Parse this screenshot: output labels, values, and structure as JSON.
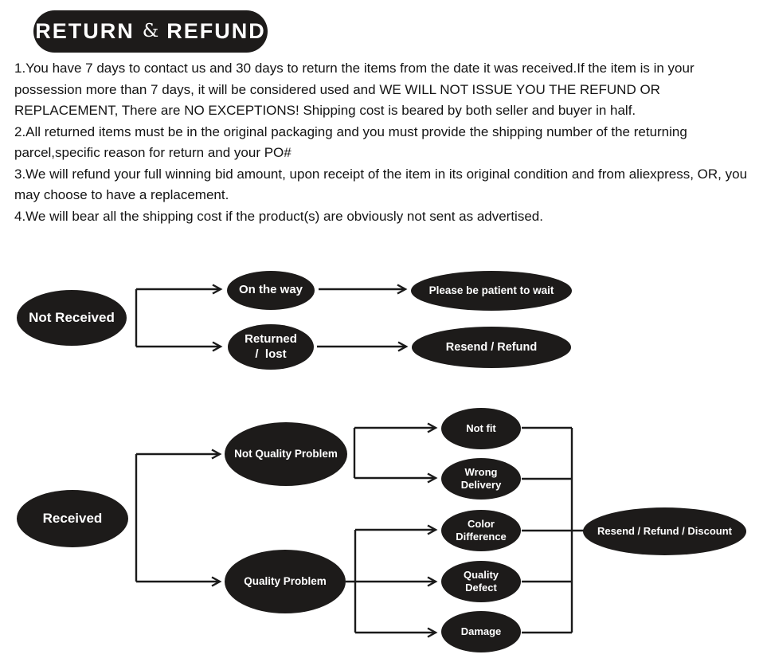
{
  "header": {
    "title_left": "RETURN",
    "title_amp": "&",
    "title_right": "REFUND"
  },
  "policy": {
    "items": [
      "1.You have 7 days to contact us and 30 days to return the items from the date it was received.If the item is in your possession more than 7 days, it will be considered used and WE WILL NOT ISSUE YOU THE REFUND OR REPLACEMENT, There are NO EXCEPTIONS! Shipping cost is beared by both seller and buyer in half.",
      "2.All returned items must be in the original packaging and you must provide the shipping number of the returning parcel,specific reason for return and your PO#",
      "3.We will refund your full winning bid amount, upon receipt of the item in its original condition and from aliexpress, OR, you may choose to have a replacement.",
      "4.We will bear all the shipping cost if the product(s) are obviously not sent as advertised."
    ]
  },
  "flow_not_received": {
    "source": "Not Received",
    "on_the_way": "On the way",
    "returned_lost": "Returned\n/  lost",
    "please_wait": "Please be patient to wait",
    "resend_refund": "Resend / Refund"
  },
  "flow_received": {
    "source": "Received",
    "not_quality_problem": "Not Quality Problem",
    "quality_problem": "Quality Problem",
    "not_fit": "Not fit",
    "wrong_delivery": "Wrong\nDelivery",
    "color_difference": "Color\nDifference",
    "quality_defect": "Quality\nDefect",
    "damage": "Damage",
    "outcome": "Resend / Refund / Discount"
  },
  "colors": {
    "node_fill": "#1d1b1a",
    "node_text": "#ffffff",
    "line": "#1a1a1a",
    "background": "#ffffff",
    "body_text": "#141414"
  }
}
